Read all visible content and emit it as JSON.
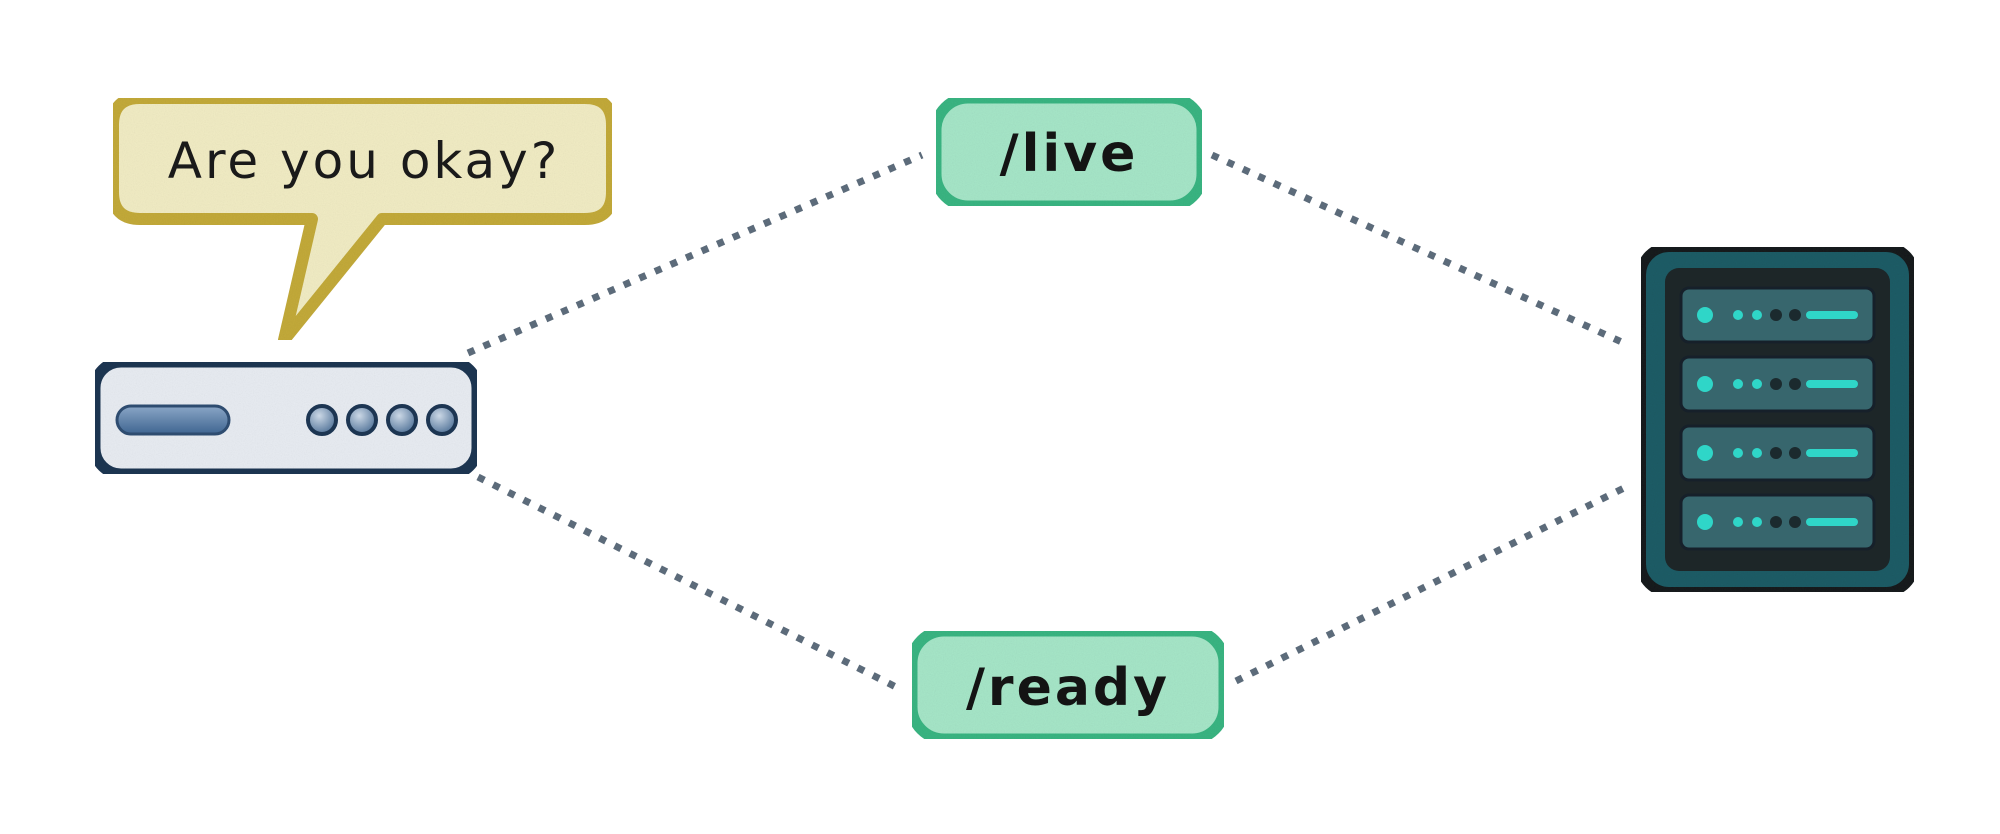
{
  "speech_bubble": {
    "text": "Are you okay?",
    "fill": "#f1ecc4",
    "stroke": "#c3aa3a"
  },
  "endpoints": [
    {
      "id": "live",
      "label": "/live"
    },
    {
      "id": "ready",
      "label": "/ready"
    }
  ],
  "colors": {
    "connector": "#5c6b7a",
    "endpoint_fill": "#a6e6c8",
    "endpoint_stroke": "#3ab582",
    "client_fill": "#e8ecf2",
    "client_stroke": "#1c3552",
    "client_accent": "#6f8fb4",
    "server_body": "#1e5c66",
    "server_outline": "#141a1c",
    "server_slot": "#37666d",
    "server_led": "#2fd6c8"
  },
  "icons": {
    "client": "client-device-icon",
    "server": "server-rack-icon"
  }
}
